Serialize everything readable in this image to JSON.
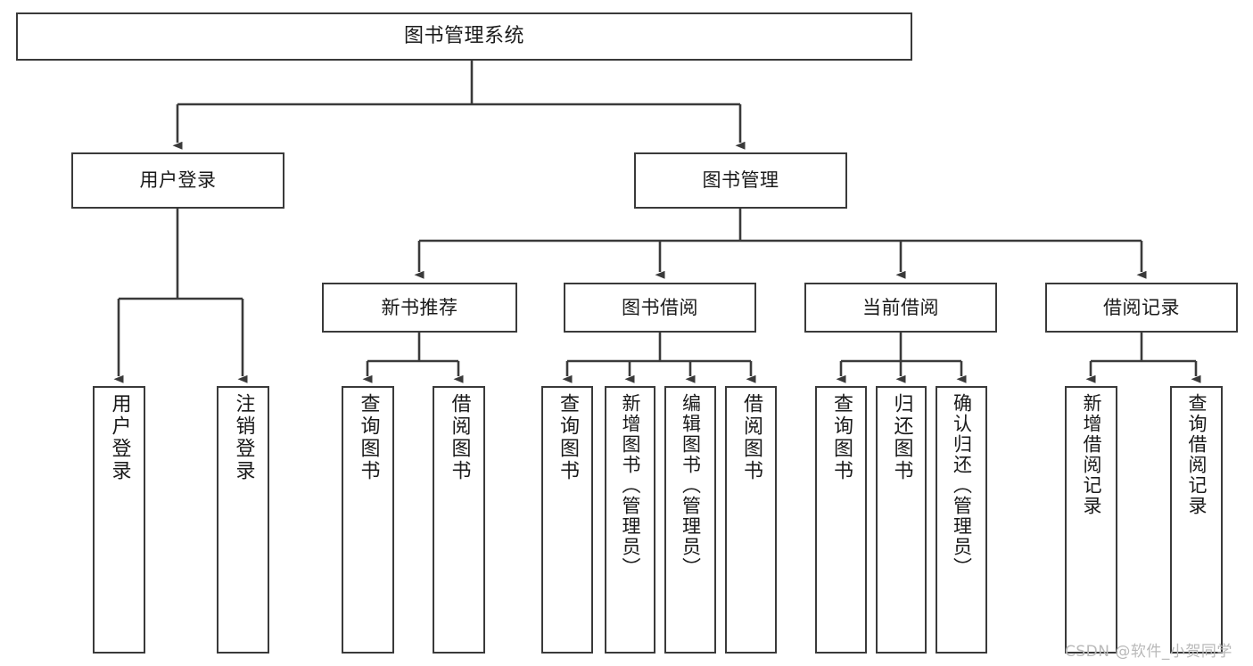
{
  "diagram": {
    "title": "图书管理系统",
    "type": "tree-hierarchy-chart",
    "stroke_color": "#3a3a3a",
    "background_color": "#ffffff",
    "root": {
      "id": "root",
      "label": "图书管理系统"
    },
    "level1": [
      {
        "id": "user-login",
        "label": "用户登录"
      },
      {
        "id": "book-management",
        "label": "图书管理"
      }
    ],
    "level2": [
      {
        "id": "new-book-recommend",
        "label": "新书推荐",
        "parent": "book-management"
      },
      {
        "id": "book-borrow",
        "label": "图书借阅",
        "parent": "book-management"
      },
      {
        "id": "current-borrow",
        "label": "当前借阅",
        "parent": "book-management"
      },
      {
        "id": "borrow-record",
        "label": "借阅记录",
        "parent": "book-management"
      }
    ],
    "leaves": {
      "user_login": [
        {
          "id": "leaf-user-login",
          "label": "用户登录"
        },
        {
          "id": "leaf-logout-login",
          "label": "注销登录"
        }
      ],
      "new_book_recommend": [
        {
          "id": "leaf-query-book-1",
          "label": "查询图书"
        },
        {
          "id": "leaf-borrow-book-1",
          "label": "借阅图书"
        }
      ],
      "book_borrow": [
        {
          "id": "leaf-query-book-2",
          "label": "查询图书"
        },
        {
          "id": "leaf-add-book",
          "label": "新增图书（管理员）"
        },
        {
          "id": "leaf-edit-book",
          "label": "编辑图书（管理员）"
        },
        {
          "id": "leaf-borrow-book-2",
          "label": "借阅图书"
        }
      ],
      "current_borrow": [
        {
          "id": "leaf-query-book-3",
          "label": "查询图书"
        },
        {
          "id": "leaf-return-book",
          "label": "归还图书"
        },
        {
          "id": "leaf-confirm-return",
          "label": "确认归还（管理员）"
        }
      ],
      "borrow_record": [
        {
          "id": "leaf-add-record",
          "label": "新增借阅记录"
        },
        {
          "id": "leaf-query-record",
          "label": "查询借阅记录"
        }
      ]
    }
  },
  "watermark": {
    "text": "CSDN @软件_小贺同学"
  }
}
